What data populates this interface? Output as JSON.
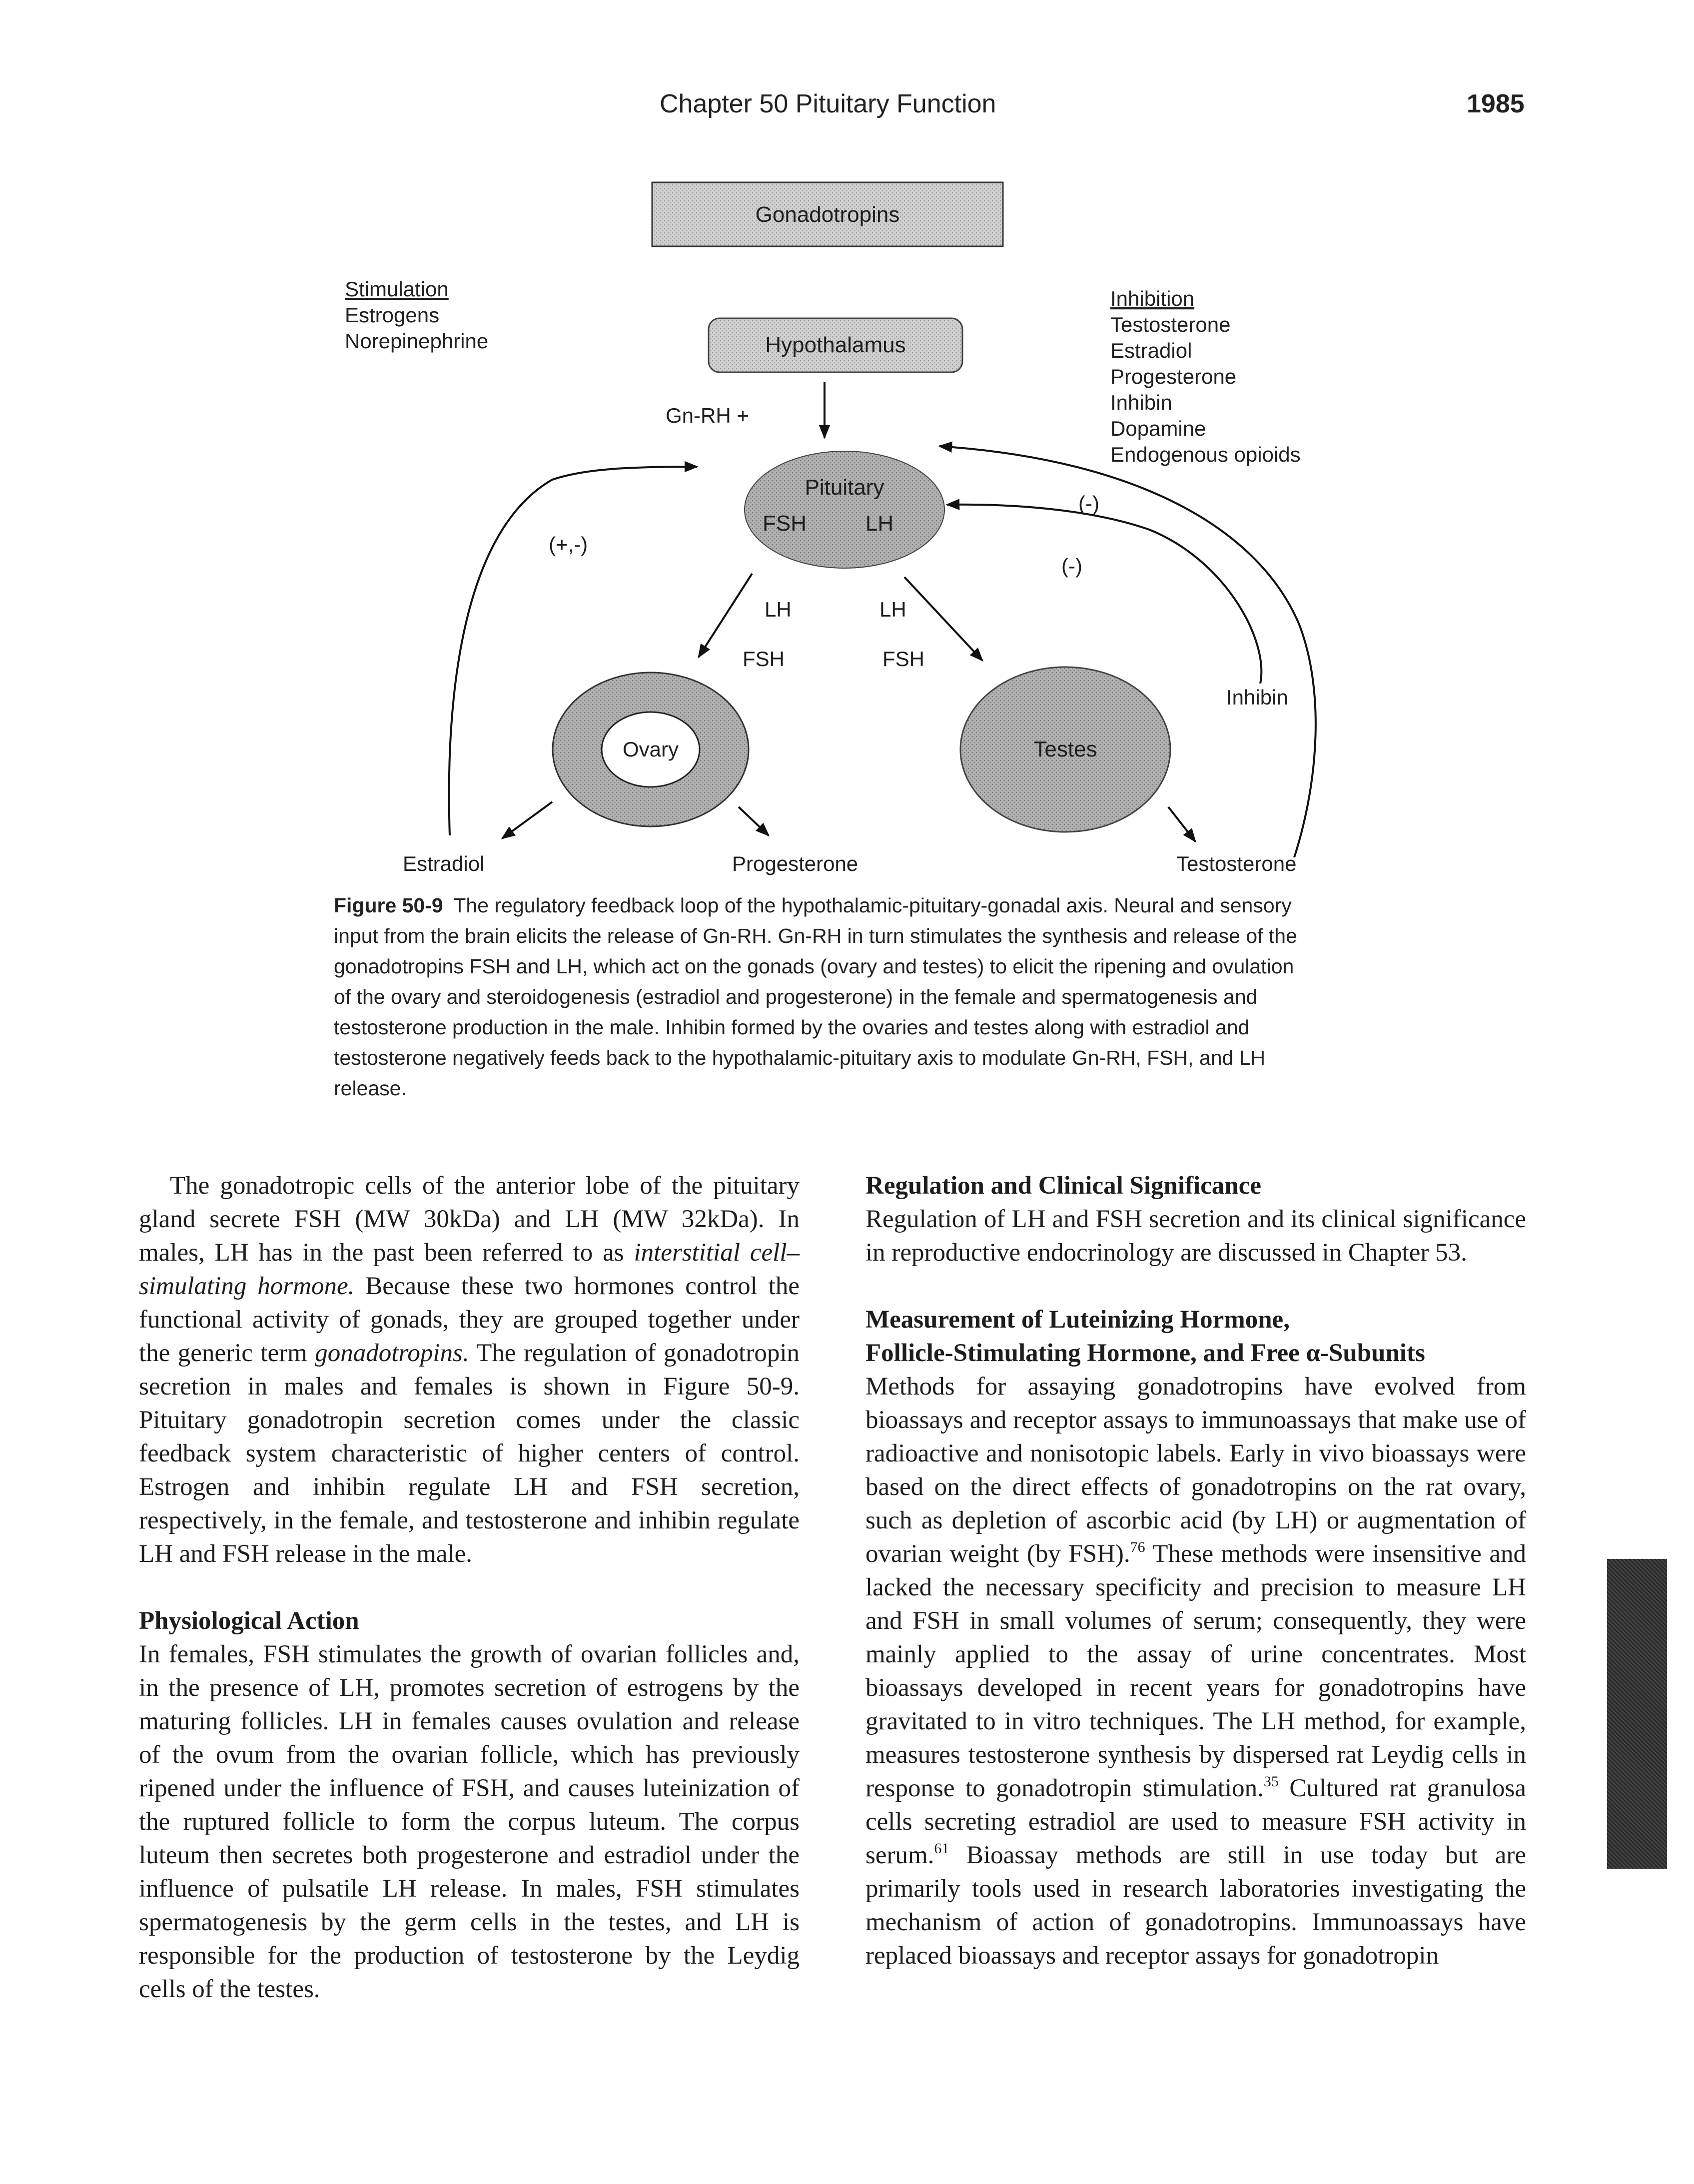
{
  "header": {
    "running_head": "Chapter 50 Pituitary Function",
    "page_number": "1985"
  },
  "figure": {
    "title_box": "Gonadotropins",
    "hypothalamus": "Hypothalamus",
    "gnrh_label": "Gn-RH +",
    "pituitary": "Pituitary",
    "pit_fsh": "FSH",
    "pit_lh": "LH",
    "left_lh": "LH",
    "left_fsh": "FSH",
    "right_lh": "LH",
    "right_fsh": "FSH",
    "ovary": "Ovary",
    "testes": "Testes",
    "feedback_left": "(+,-)",
    "feedback_right_1": "(-)",
    "feedback_right_2": "(-)",
    "inhibin_label": "Inhibin",
    "stimulation": {
      "heading": "Stimulation",
      "items": [
        "Estrogens",
        "Norepinephrine"
      ]
    },
    "inhibition": {
      "heading": "Inhibition",
      "items": [
        "Testosterone",
        "Estradiol",
        "Progesterone",
        "Inhibin",
        "Dopamine",
        "Endogenous opioids"
      ]
    },
    "outputs": {
      "estradiol": "Estradiol",
      "progesterone": "Progesterone",
      "testosterone": "Testosterone"
    }
  },
  "caption": {
    "label": "Figure 50-9",
    "text": "The regulatory feedback loop of the hypothalamic-pituitary-gonadal axis. Neural and sensory input from the brain elicits the release of Gn-RH. Gn-RH in turn stimulates the synthesis and release of the gonadotropins FSH and LH, which act on the gonads (ovary and testes) to elicit the ripening and ovulation of the ovary and steroidogenesis (estradiol and progesterone) in the female and spermatogenesis and testosterone production in the male. Inhibin formed by the ovaries and testes along with estradiol and testosterone negatively feeds back to the hypothalamic-pituitary axis to modulate Gn-RH, FSH, and LH release."
  },
  "left_column": {
    "p1": {
      "a": "The gonadotropic cells of the anterior lobe of the pituitary gland secrete FSH (MW 30kDa) and LH (MW 32kDa). In males, LH has in the past been referred to as ",
      "em1": "interstitial cell–simulating hormone.",
      "b": " Because these two hormones control the functional activity of gonads, they are grouped together under the generic term ",
      "em2": "gonadotropins.",
      "c": " The regulation of gonadotropin secretion in males and females is shown in Figure 50-9. Pituitary gonadotropin secretion comes under the classic feedback system characteristic of higher centers of control. Estrogen and inhibin regulate LH and FSH secretion, respectively, in the female, and testosterone and inhibin regulate LH and FSH release in the male."
    },
    "h_physiological": "Physiological Action",
    "p2": "In females, FSH stimulates the growth of ovarian follicles and, in the presence of LH, promotes secretion of estrogens by the maturing follicles. LH in females causes ovulation and release of the ovum from the ovarian follicle, which has previously ripened under the influence of FSH, and causes luteinization of the ruptured follicle to form the corpus luteum. The corpus luteum then secretes both progesterone and estradiol under the influence of pulsatile LH release. In males, FSH stimulates spermatogenesis by the germ cells in the testes, and LH is responsible for the production of testosterone by the Leydig cells of the testes."
  },
  "right_column": {
    "h_regulation": "Regulation and Clinical Significance",
    "p_regulation": "Regulation of LH and FSH secretion and its clinical significance in reproductive endocrinology are discussed in Chapter 53.",
    "h_measurement_1": "Measurement of Luteinizing Hormone,",
    "h_measurement_2": "Follicle-Stimulating Hormone, and Free α-Subunits",
    "p_measurement": {
      "a": "Methods for assaying gonadotropins have evolved from bioassays and receptor assays to immunoassays that make use of radioactive and nonisotopic labels. Early in vivo bioassays were based on the direct effects of gonadotropins on the rat ovary, such as depletion of ascorbic acid (by LH) or augmentation of ovarian weight (by FSH).",
      "ref1": "76",
      "b": " These methods were insensitive and lacked the necessary specificity and precision to measure LH and FSH in small volumes of serum; consequently, they were mainly applied to the assay of urine concentrates. Most bioassays developed in recent years for gonadotropins have gravitated to in vitro techniques. The LH method, for example, measures testosterone synthesis by dispersed rat Leydig cells in response to gonadotropin stimulation.",
      "ref2": "35",
      "c": " Cultured rat granulosa cells secreting estradiol are used to measure FSH activity in serum.",
      "ref3": "61",
      "d": " Bioassay methods are still in use today but are primarily tools used in research laboratories investigating the mechanism of action of gonadotropins. Immunoassays have replaced bioassays and receptor assays for gonadotropin"
    }
  }
}
